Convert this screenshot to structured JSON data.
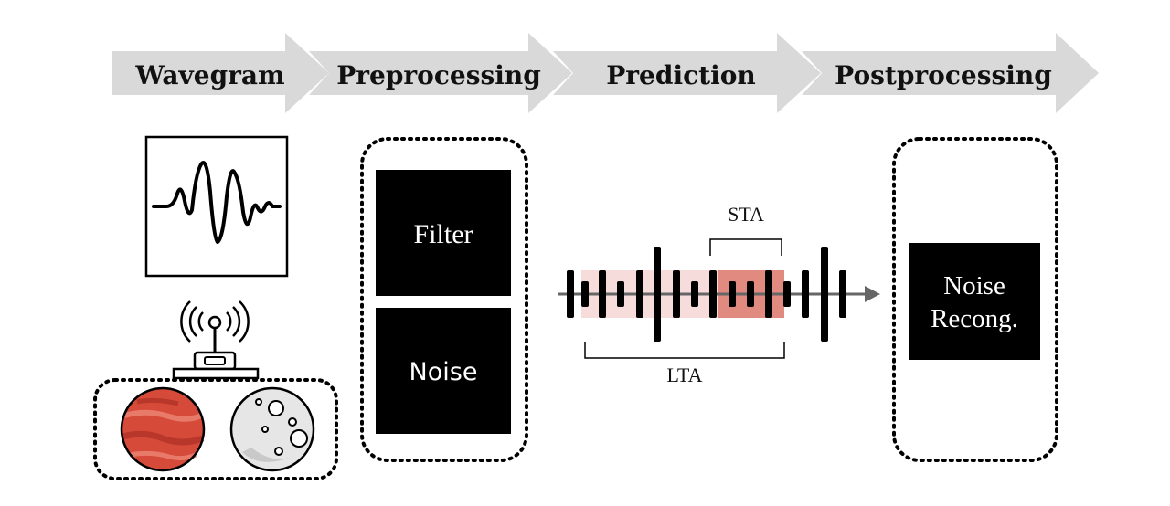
{
  "stages": [
    {
      "label": "Wavegram"
    },
    {
      "label": "Preprocessing"
    },
    {
      "label": "Prediction"
    },
    {
      "label": "Postprocessing"
    }
  ],
  "preprocessing": {
    "filter_label": "Filter",
    "noise_label": "Noise"
  },
  "prediction": {
    "sta_label": "STA",
    "lta_label": "LTA"
  },
  "postprocessing": {
    "line1": "Noise",
    "line2": "Recong."
  },
  "icons": {
    "waveform": "waveform-icon",
    "antenna": "antenna-icon",
    "mars": "mars-planet-icon",
    "moon": "moon-icon"
  },
  "colors": {
    "arrow": "#d9d9d9",
    "box": "#000000",
    "lta_window": "#f7dcdc",
    "sta_window": "#e08a80",
    "mars": "#d64a3a",
    "moon": "#e6e6e6"
  }
}
